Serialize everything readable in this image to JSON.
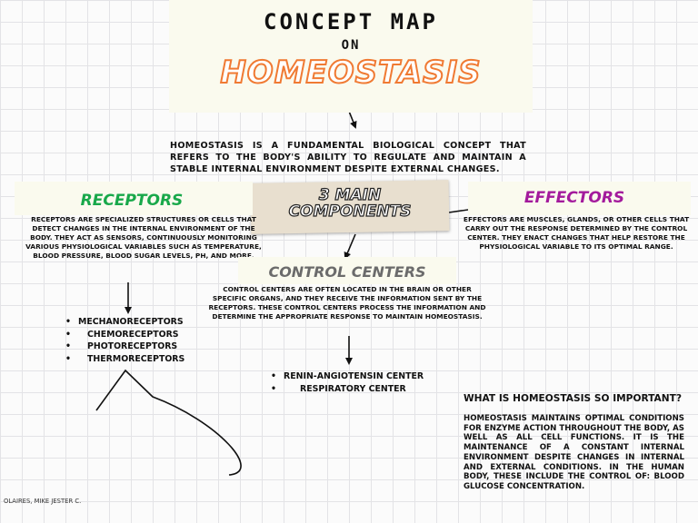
{
  "header": {
    "line1": "CONCEPT MAP",
    "line2": "ON",
    "line3": "HOMEOSTASIS"
  },
  "intro": "HOMEOSTASIS IS A FUNDAMENTAL BIOLOGICAL CONCEPT THAT REFERS TO THE BODY'S ABILITY TO REGULATE AND MAINTAIN A STABLE INTERNAL ENVIRONMENT DESPITE EXTERNAL CHANGES.",
  "main": {
    "line1": "3 MAIN",
    "line2": "COMPONENTS"
  },
  "receptors": {
    "title": "RECEPTORS",
    "description": "RECEPTORS ARE SPECIALIZED STRUCTURES OR CELLS THAT DETECT CHANGES IN THE INTERNAL ENVIRONMENT OF THE BODY. THEY ACT AS SENSORS, CONTINUOUSLY MONITORING VARIOUS PHYSIOLOGICAL VARIABLES SUCH AS TEMPERATURE, BLOOD PRESSURE, BLOOD SUGAR LEVELS, PH, AND MORE.",
    "items": [
      "MECHANORECEPTORS",
      "CHEMORECEPTORS",
      "PHOTORECEPTORS",
      "THERMORECEPTORS"
    ]
  },
  "effectors": {
    "title": "EFFECTORS",
    "description": "EFFECTORS ARE MUSCLES, GLANDS, OR OTHER CELLS THAT CARRY OUT THE RESPONSE DETERMINED BY THE CONTROL CENTER. THEY ENACT CHANGES THAT HELP RESTORE THE PHYSIOLOGICAL VARIABLE TO ITS OPTIMAL RANGE."
  },
  "control_centers": {
    "title": "CONTROL CENTERS",
    "description": "CONTROL CENTERS ARE OFTEN LOCATED IN THE BRAIN OR OTHER SPECIFIC ORGANS, AND THEY RECEIVE THE INFORMATION SENT BY THE RECEPTORS. THESE CONTROL CENTERS PROCESS THE INFORMATION AND DETERMINE THE APPROPRIATE RESPONSE TO MAINTAIN HOMEOSTASIS.",
    "items": [
      "RENIN-ANGIOTENSIN CENTER",
      "RESPIRATORY CENTER"
    ]
  },
  "why": {
    "title": "WHAT IS HOMEOSTASIS SO IMPORTANT?",
    "body": "HOMEOSTASIS MAINTAINS OPTIMAL CONDITIONS FOR ENZYME ACTION THROUGHOUT THE BODY, AS WELL AS ALL CELL FUNCTIONS. IT IS THE MAINTENANCE OF A CONSTANT INTERNAL ENVIRONMENT DESPITE CHANGES IN INTERNAL AND EXTERNAL CONDITIONS. IN THE HUMAN BODY, THESE INCLUDE THE CONTROL OF: BLOOD GLUCOSE CONCENTRATION."
  },
  "bullet_glyph": "•",
  "author": "OLAIRES, MIKE JESTER C.",
  "colors": {
    "title_outline": "#f07a33",
    "receptors": "#18a84a",
    "effectors": "#a31a9c",
    "control_centers": "#6b6b6b"
  }
}
